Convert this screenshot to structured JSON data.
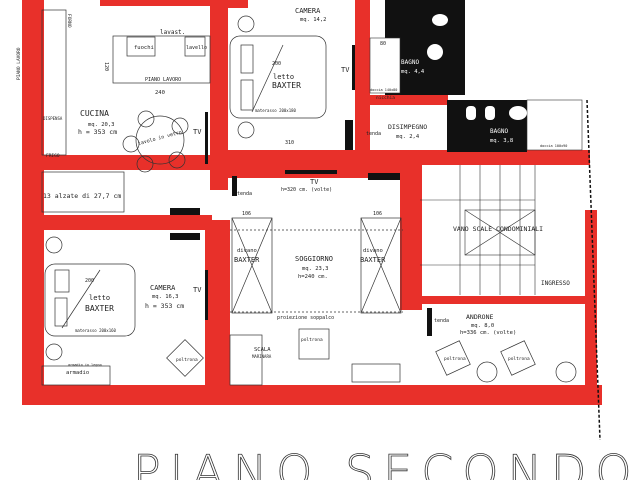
{
  "title": "PIANO SECONDO",
  "colors": {
    "wall": "#e8302a",
    "bath": "#111111",
    "line": "#333333"
  },
  "rooms": {
    "cucina": {
      "name": "CUCINA",
      "area": "mq. 20,3",
      "height": "h = 353 cm",
      "piano_lavoro": "PIANO LAVORO",
      "piano_lavoro_side": "PIANO LAVORO",
      "fuochi": "fuochi",
      "lavello": "lavello",
      "lavast": "lavast.",
      "forno": "FORNO",
      "dispensa": "DISPENSA",
      "frigo": "FRIGO",
      "dim_w": "240",
      "dim_h": "120",
      "tavolo": "tavolo in vetro",
      "tv": "TV"
    },
    "camera_top": {
      "name": "CAMERA",
      "area": "mq. 14,2",
      "bed": "letto",
      "bed_brand": "BAXTER",
      "dim_bed": "200",
      "materasso": "materasso 200x180",
      "dim_room": "310",
      "tv": "TV"
    },
    "bagno_1": {
      "name": "BAGNO",
      "area": "mq. 4,4",
      "dim": "80",
      "doccia": "doccia 140x80",
      "nicchia": "nicchia"
    },
    "disimpegno": {
      "name": "DISIMPEGNO",
      "area": "mq. 2,4",
      "tenda": "tenda"
    },
    "bagno_2": {
      "name": "BAGNO",
      "area": "mq. 3,8",
      "doccia": "doccia 100x90"
    },
    "soggiorno": {
      "name": "SOGGIORNO",
      "area": "mq. 23,3",
      "height": "h=240 cm.",
      "tv": "TV",
      "tv_height": "h=320 cm. (volte)",
      "divano_left": "divano",
      "divano_right": "divano",
      "brand_left": "BAXTER",
      "brand_right": "BAXTER",
      "dim_left": "106",
      "dim_right": "106",
      "proiezione": "proiezione soppalco",
      "poltrona": "poltrona",
      "scala": "SCALA",
      "scala_sub": "MARINARA",
      "tenda_left": "tenda",
      "tenda_right": "tenda"
    },
    "scale_cucina": {
      "label": "13 alzate di 27,7 cm"
    },
    "vano_scale": {
      "name": "VANO SCALE CONDOMINIALI",
      "ingresso": "INGRESSO"
    },
    "androne": {
      "name": "ANDRONE",
      "area": "mq. 8,0",
      "height": "h=336 cm. (volte)",
      "poltrona_1": "poltrona",
      "poltrona_2": "poltrona"
    },
    "camera_bottom": {
      "name": "CAMERA",
      "area": "mq. 16,3",
      "height": "h = 353 cm",
      "bed": "letto",
      "bed_brand": "BAXTER",
      "dim_bed": "200",
      "materasso": "materasso 200x160",
      "armadio": "armadio",
      "armadio_note": "armadio in legno",
      "poltrona": "poltrona",
      "tv": "TV"
    }
  }
}
